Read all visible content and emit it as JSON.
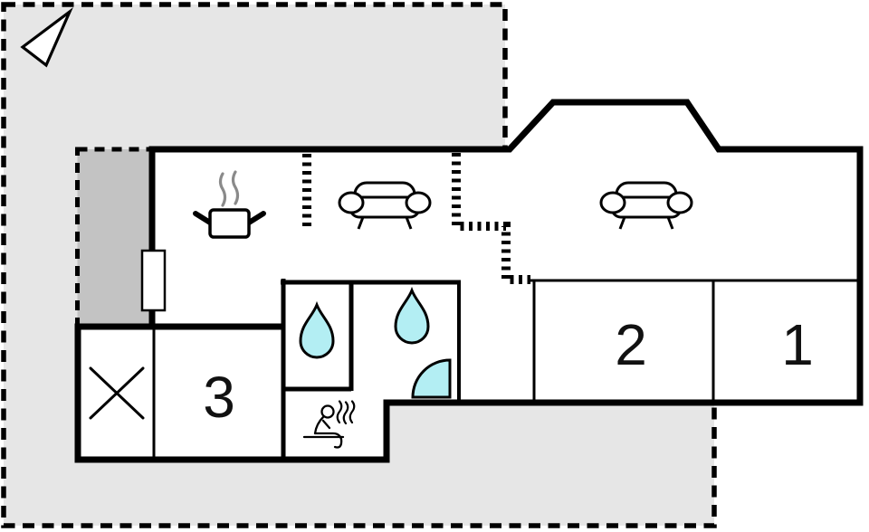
{
  "title": "Holiday house floor plan",
  "colors": {
    "background": "#ffffff",
    "terrace": "#e6e6e6",
    "covered_terrace": "#c3c3c3",
    "wall": "#000000",
    "water": "#b3eef3",
    "steam": "#8a8a8a"
  },
  "rooms": {
    "bedroom_1": {
      "label": "1"
    },
    "bedroom_2": {
      "label": "2"
    },
    "bedroom_3": {
      "label": "3"
    }
  },
  "areas": [
    {
      "name": "terrace"
    },
    {
      "name": "covered-terrace"
    },
    {
      "name": "kitchen"
    },
    {
      "name": "living-room"
    },
    {
      "name": "hallway"
    },
    {
      "name": "bathroom-small"
    },
    {
      "name": "bathroom-main"
    },
    {
      "name": "sauna"
    },
    {
      "name": "storage"
    }
  ],
  "icons": [
    {
      "name": "north-arrow-icon"
    },
    {
      "name": "cooking-pot-icon"
    },
    {
      "name": "sofa-icon-left"
    },
    {
      "name": "sofa-icon-right"
    },
    {
      "name": "water-drop-icon-small-bath"
    },
    {
      "name": "water-drop-icon-main-bath"
    },
    {
      "name": "shower-quarter-circle-icon"
    },
    {
      "name": "sauna-person-icon"
    },
    {
      "name": "storage-cross-icon"
    },
    {
      "name": "window-marker"
    }
  ]
}
